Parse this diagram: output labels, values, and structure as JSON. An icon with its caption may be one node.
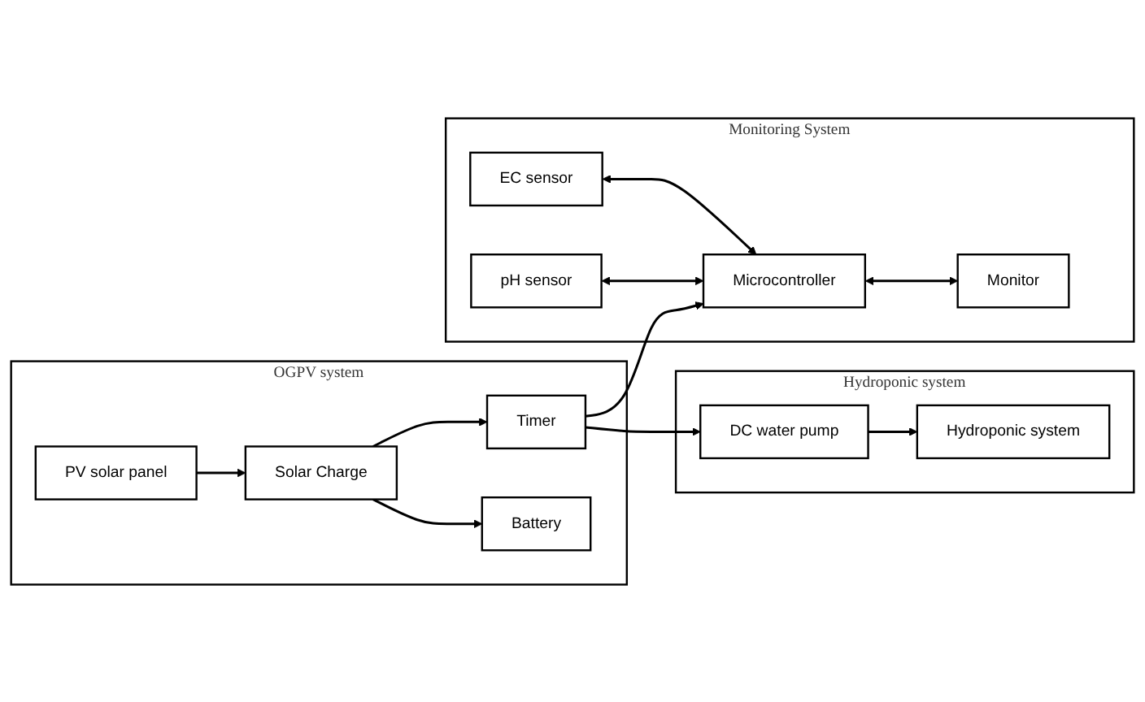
{
  "diagram": {
    "nodes": [
      {
        "text": [
          "OGPV system"
        ]
      },
      {
        "text": [
          "PV solar panel"
        ],
        "in": 0
      },
      {
        "text": [
          "Solar Charge"
        ],
        "in": 0
      },
      {
        "text": [
          "Timer"
        ],
        "in": 0
      },
      {
        "text": [
          "Battery"
        ],
        "in": 0
      },
      {
        "text": [
          "Hydroponic system"
        ]
      },
      {
        "text": [
          "DC water pump"
        ],
        "in": 5
      },
      {
        "text": [
          "Hydroponic system"
        ],
        "in": 5
      },
      {
        "text": [
          "Monitoring System"
        ]
      },
      {
        "text": [
          "pH sensor"
        ],
        "in": 8
      },
      {
        "text": [
          "EC sensor"
        ],
        "in": 8
      },
      {
        "text": [
          "Microcontroller"
        ],
        "in": 8
      },
      {
        "text": [
          "Monitor"
        ],
        "in": 8
      }
    ],
    "edges": [
      {
        "from": 1,
        "to": 2,
        "arrow": "to"
      },
      {
        "from": 2,
        "to": 3,
        "arrow": "to"
      },
      {
        "from": 2,
        "to": 4,
        "arrow": "to"
      },
      {
        "from": 3,
        "to": 6,
        "arrow": "to"
      },
      {
        "from": 3,
        "to": 11,
        "arrow": "to"
      },
      {
        "from": 6,
        "to": 7,
        "arrow": "to"
      },
      {
        "from": 9,
        "to": 11,
        "arrow": "both"
      },
      {
        "from": 10,
        "to": 11,
        "arrow": "both"
      },
      {
        "from": 11,
        "to": 12,
        "arrow": "both"
      }
    ]
  }
}
